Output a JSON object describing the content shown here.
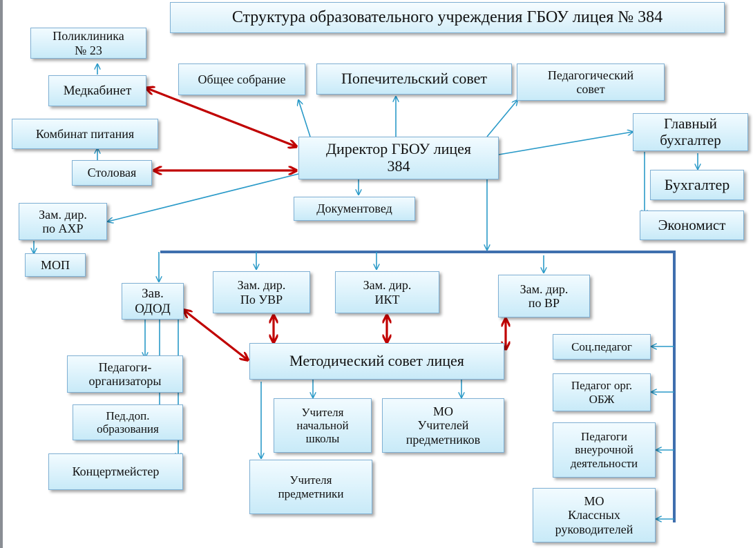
{
  "title": "Структура образовательного учреждения ГБОУ лицея № 384",
  "nodes": {
    "polyclinic": "Поликлиника\n№ 23",
    "med_office": "Медкабинет",
    "general_meeting": "Общее собрание",
    "board_trustees": "Попечительский совет",
    "ped_council": "Педагогический\nсовет",
    "chief_accountant": "Главный\nбухгалтер",
    "catering": "Комбинат питания",
    "canteen": "Столовая",
    "director": "Директор ГБОУ лицея\n384",
    "accountant": "Бухгалтер",
    "records_manager": "Документовед",
    "deputy_ahr": "Зам. дир.\nпо АХР",
    "economist": "Экономист",
    "mop": "МОП",
    "head_odod": "Зав.\nОДОД",
    "deputy_uvr": "Зам. дир.\nПо УВР",
    "deputy_ikt": "Зам. дир.\nИКТ",
    "deputy_vr": "Зам. дир.\nпо ВР",
    "methodical_council": "Методический совет лицея",
    "social_teacher": "Соц.педагог",
    "teacher_organizers": "Педагоги-\nорганизаторы",
    "primary_teachers": "Учителя\nначальной\nшколы",
    "subject_mo": "МО\nУчителей\nпредметников",
    "obzh_teacher": "Педагог орг.\nОБЖ",
    "extra_ed_teacher": "Пед.доп.\nобразования",
    "extracurricular_teachers": "Педагоги\nвнеурочной\nдеятельности",
    "accompanist": "Концертмейстер",
    "subject_teachers": "Учителя\nпредметники",
    "class_teachers_mo": "МО\nКлассных\nруководителей"
  },
  "colors": {
    "box_top": "#f2fbff",
    "box_bottom": "#c8eaf8",
    "box_border": "#7fb0d4",
    "blue_arrow": "#2a9ac8",
    "red_arrow": "#c00000",
    "bus_line": "#3f6fae"
  }
}
